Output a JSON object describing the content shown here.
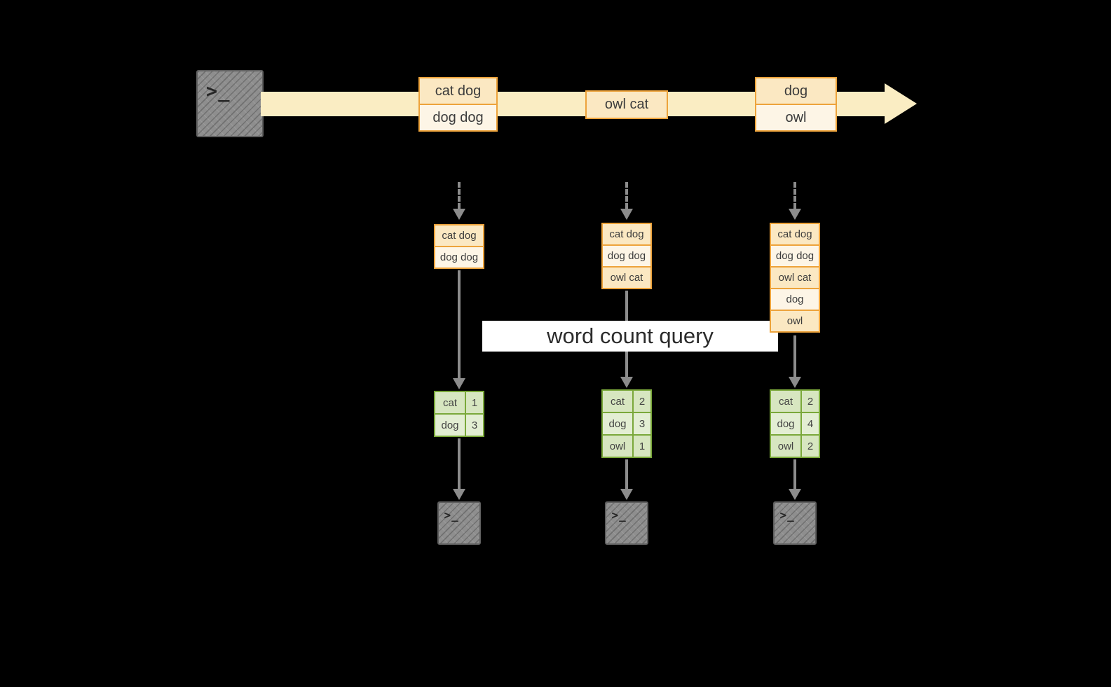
{
  "banner": {
    "label": "word count query"
  },
  "icons": {
    "terminal_prompt": ">_"
  },
  "colors": {
    "background": "#000000",
    "stream_arrow": "#faedc3",
    "box_border_orange": "#eda33b",
    "box_fill_light": "#fdf5e6",
    "box_fill_dark": "#fbe8c2",
    "table_border_green": "#7aa83a",
    "table_fill_light": "#e3eed3",
    "table_fill_dark": "#d7e6c0",
    "arrow_gray": "#8c8c8c",
    "terminal_gray": "#8e8e8e",
    "banner_bg": "#ffffff",
    "text_dark": "#3c3c3c"
  },
  "stream": {
    "boxes": [
      {
        "rows": [
          "cat dog",
          "dog dog"
        ]
      },
      {
        "rows": [
          "owl cat"
        ]
      },
      {
        "rows": [
          "dog",
          "owl"
        ]
      }
    ]
  },
  "windows": [
    {
      "rows": [
        "cat dog",
        "dog dog"
      ]
    },
    {
      "rows": [
        "cat dog",
        "dog dog",
        "owl cat"
      ]
    },
    {
      "rows": [
        "cat dog",
        "dog dog",
        "owl cat",
        "dog",
        "owl"
      ]
    }
  ],
  "tables": [
    {
      "rows": [
        {
          "word": "cat",
          "count": "1"
        },
        {
          "word": "dog",
          "count": "3"
        }
      ]
    },
    {
      "rows": [
        {
          "word": "cat",
          "count": "2"
        },
        {
          "word": "dog",
          "count": "3"
        },
        {
          "word": "owl",
          "count": "1"
        }
      ]
    },
    {
      "rows": [
        {
          "word": "cat",
          "count": "2"
        },
        {
          "word": "dog",
          "count": "4"
        },
        {
          "word": "owl",
          "count": "2"
        }
      ]
    }
  ]
}
